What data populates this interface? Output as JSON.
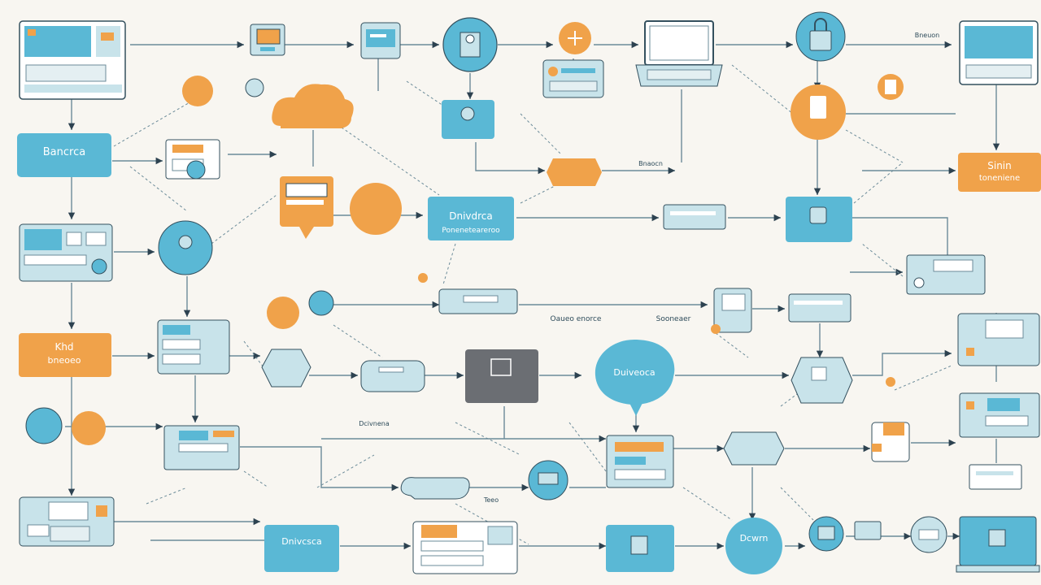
{
  "labels": {
    "blue_box_left": "Bancrca",
    "orange_box_left": "Khd",
    "orange_box_left_sub": "bneoeo",
    "center_box": "Dnivdrca",
    "center_box_sub": "Poneneteareroo",
    "right_orange_box": "Sinin",
    "right_orange_box_sub": "toneniene",
    "bottom_box": "Dnivcsca",
    "bubble_center": "Duiveoca",
    "bubble_bottom": "Dcwrn",
    "mid_caption_left": "Oaueo enorce",
    "mid_caption_right": "Sooneaer",
    "top_caption_right": "Bneuon",
    "caption_center_top": "Bnaocn",
    "caption_bottom_mid": "Dcivnena",
    "caption_bottom_small": "Teeo"
  },
  "colors": {
    "blue": "#5ab8d5",
    "light_blue": "#c8e3ea",
    "orange": "#f0a24a",
    "grey": "#6b6e73",
    "line": "#6b8b99",
    "background": "#f8f6f1"
  },
  "icons": [
    "monitor-icon",
    "laptop-icon",
    "cloud-icon",
    "lock-icon",
    "user-icon",
    "gear-icon",
    "document-icon",
    "database-icon"
  ]
}
